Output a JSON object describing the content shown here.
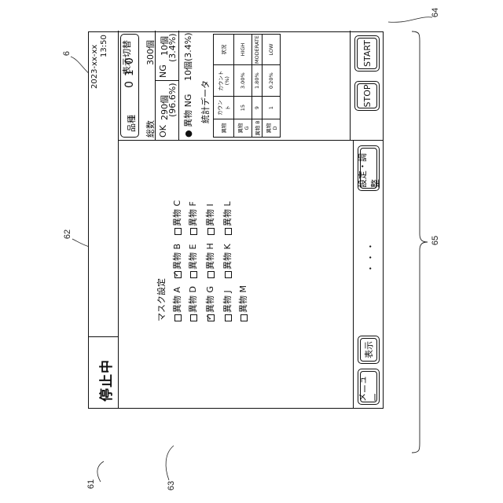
{
  "refs": {
    "r6": "6",
    "r61": "61",
    "r62": "62",
    "r63": "63",
    "r64": "64",
    "r65": "65"
  },
  "header": {
    "status": "停止中",
    "date": "2023-xx-xx",
    "time": "13:50"
  },
  "product": {
    "label": "品種",
    "code": "010",
    "display_switch": "表示切替"
  },
  "counts": {
    "total_label": "総数",
    "total_value": "300個",
    "ok_label": "OK",
    "ok_value": "290個",
    "ok_pct": "(96.6%)",
    "ng_label": "NG",
    "ng_value": "10個",
    "ng_pct": "(3.4%)",
    "foreign_label": "異物 NG",
    "foreign_value": "10個(3.4%)"
  },
  "stats": {
    "title": "統計データ",
    "headers": [
      "異物",
      "カウント",
      "カウント(%)",
      "状況"
    ],
    "rows": [
      [
        "異物 G",
        "15",
        "3.00%",
        "HIGH"
      ],
      [
        "異物 B",
        "9",
        "1.80%",
        "MODERATE"
      ],
      [
        "異物 D",
        "1",
        "0.20%",
        "LOW"
      ]
    ]
  },
  "mask": {
    "title": "マスク設定",
    "items": [
      {
        "label": "異物 A",
        "checked": false
      },
      {
        "label": "異物 B",
        "checked": true
      },
      {
        "label": "異物 C",
        "checked": false
      },
      {
        "label": "異物 D",
        "checked": false
      },
      {
        "label": "異物 E",
        "checked": false
      },
      {
        "label": "異物 F",
        "checked": false
      },
      {
        "label": "異物 G",
        "checked": true
      },
      {
        "label": "異物 H",
        "checked": false
      },
      {
        "label": "異物 I",
        "checked": false
      },
      {
        "label": "異物 J",
        "checked": false
      },
      {
        "label": "異物 K",
        "checked": false
      },
      {
        "label": "異物 L",
        "checked": false
      },
      {
        "label": "異物 M",
        "checked": false
      }
    ]
  },
  "footer": {
    "menu": "メニュー",
    "display": "表示",
    "ellipsis": "・・・",
    "settings": "設定・調整",
    "stop": "STOP",
    "start": "START"
  }
}
